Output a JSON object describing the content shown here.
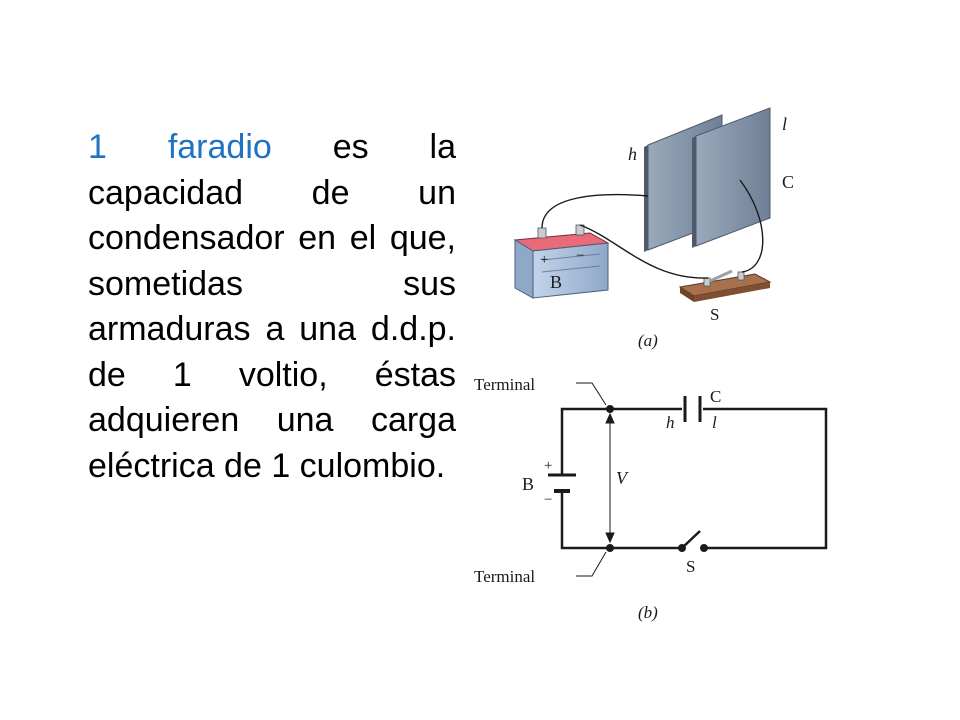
{
  "definition": {
    "term": "1 faradio",
    "body": " es la capacidad de un condensador en el que, sometidas sus armaduras a una d.d.p. de 1 voltio, éstas adquieren una carga eléctrica de 1 culombio."
  },
  "figure_a": {
    "label_h": "h",
    "label_l": "l",
    "label_C": "C",
    "label_B": "B",
    "label_plus": "+",
    "label_minus": "−",
    "label_S": "S",
    "caption": "(a)"
  },
  "figure_b": {
    "terminal_top": "Terminal",
    "terminal_bottom": "Terminal",
    "label_C": "C",
    "label_h": "h",
    "label_l": "l",
    "label_B": "B",
    "label_plus": "+",
    "label_minus": "−",
    "label_V": "V",
    "label_S": "S",
    "caption": "(b)"
  },
  "colors": {
    "term": "#1f73c2",
    "plate": "#8a9bb0",
    "battery_top": "#e86b7a",
    "battery_body": "#a9bfdc",
    "switch_base": "#8a5a3c"
  }
}
